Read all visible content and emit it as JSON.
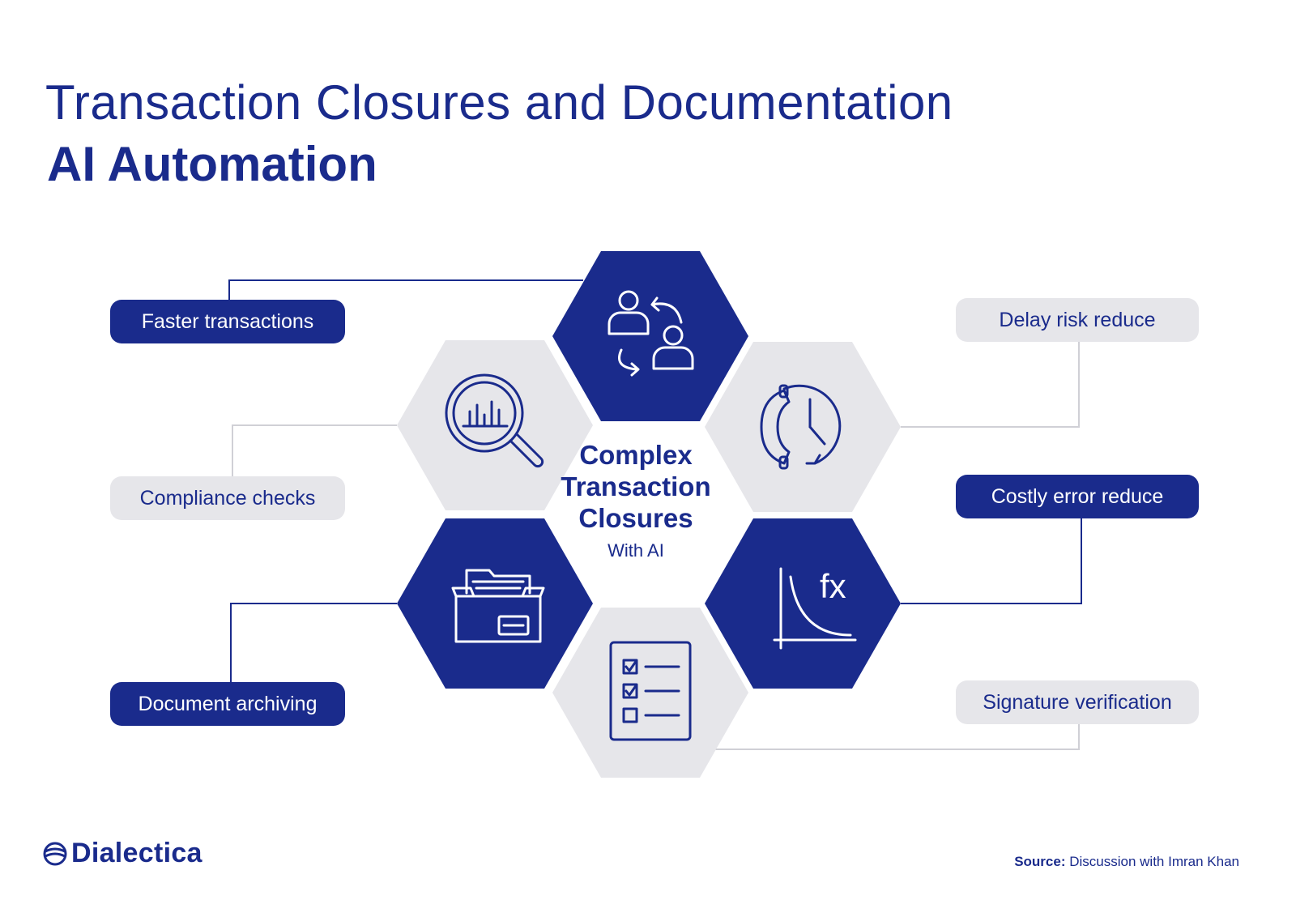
{
  "title": "Transaction Closures and Documentation",
  "subtitle": "AI Automation",
  "center": {
    "title": "Complex Transaction Closures",
    "subtitle": "With AI"
  },
  "labels": {
    "faster_transactions": "Faster transactions",
    "compliance_checks": "Compliance checks",
    "document_archiving": "Document archiving",
    "delay_risk_reduce": "Delay risk reduce",
    "costly_error_reduce": "Costly error reduce",
    "signature_verification": "Signature verification"
  },
  "icons": [
    "people-exchange-icon",
    "magnifier-chart-icon",
    "phone-clock-icon",
    "folder-archive-icon",
    "function-graph-icon",
    "checklist-icon"
  ],
  "brand": {
    "name": "Dialectica"
  },
  "source": {
    "label": "Source:",
    "text": "Discussion with Imran Khan"
  },
  "colors": {
    "navy": "#1a2b8c",
    "light_gray": "#e6e6ea",
    "connector_gray": "#d0d0d6"
  }
}
